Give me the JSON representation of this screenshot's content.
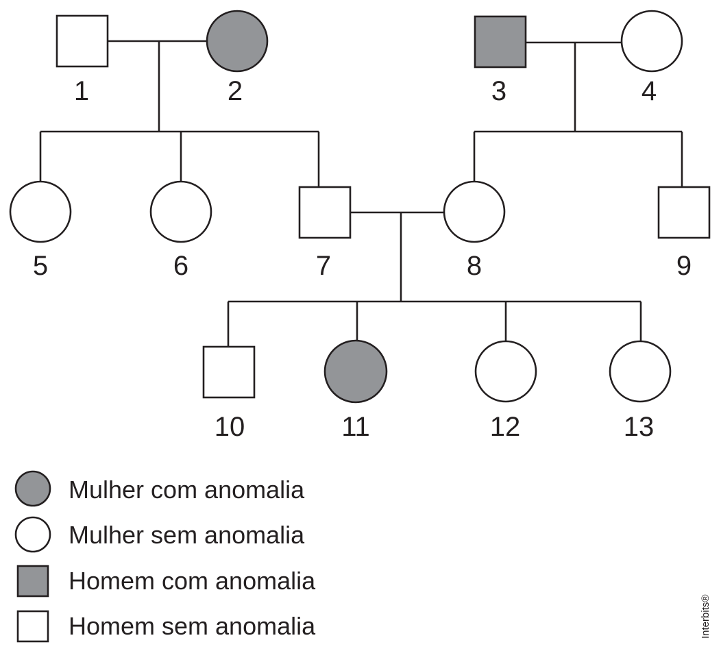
{
  "colors": {
    "affected": "#939598",
    "unaffected": "#ffffff",
    "stroke": "#231f20"
  },
  "individuals": [
    {
      "id": "1",
      "sex": "male",
      "affected": false
    },
    {
      "id": "2",
      "sex": "female",
      "affected": true
    },
    {
      "id": "3",
      "sex": "male",
      "affected": true
    },
    {
      "id": "4",
      "sex": "female",
      "affected": false
    },
    {
      "id": "5",
      "sex": "female",
      "affected": false
    },
    {
      "id": "6",
      "sex": "female",
      "affected": false
    },
    {
      "id": "7",
      "sex": "male",
      "affected": false
    },
    {
      "id": "8",
      "sex": "female",
      "affected": false
    },
    {
      "id": "9",
      "sex": "male",
      "affected": false
    },
    {
      "id": "10",
      "sex": "male",
      "affected": false
    },
    {
      "id": "11",
      "sex": "female",
      "affected": true
    },
    {
      "id": "12",
      "sex": "female",
      "affected": false
    },
    {
      "id": "13",
      "sex": "female",
      "affected": false
    }
  ],
  "couples": [
    {
      "partners": [
        "1",
        "2"
      ],
      "children": [
        "5",
        "6",
        "7"
      ]
    },
    {
      "partners": [
        "3",
        "4"
      ],
      "children": [
        "8",
        "9"
      ]
    },
    {
      "partners": [
        "7",
        "8"
      ],
      "children": [
        "10",
        "11",
        "12",
        "13"
      ]
    }
  ],
  "legend": {
    "affected_female": "Mulher com anomalia",
    "unaffected_female": "Mulher sem anomalia",
    "affected_male": "Homem com anomalia",
    "unaffected_male": "Homem sem anomalia"
  },
  "credit": "Interbits®"
}
